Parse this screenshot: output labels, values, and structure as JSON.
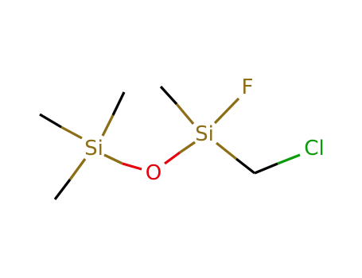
{
  "structure": {
    "atoms": [
      {
        "id": "si1",
        "label": "Si",
        "color": "#8C6E16"
      },
      {
        "id": "o1",
        "label": "O",
        "color": "#E5000B"
      },
      {
        "id": "si2",
        "label": "Si",
        "color": "#8C6E16"
      },
      {
        "id": "f1",
        "label": "F",
        "color": "#8C6E16"
      },
      {
        "id": "cl1",
        "label": "Cl",
        "color": "#0A9A0A"
      }
    ],
    "bond_colors": {
      "carbon": "#000000",
      "silicon": "#8C6E16",
      "oxygen": "#E5000B",
      "chlorine": "#0A9A0A"
    }
  }
}
